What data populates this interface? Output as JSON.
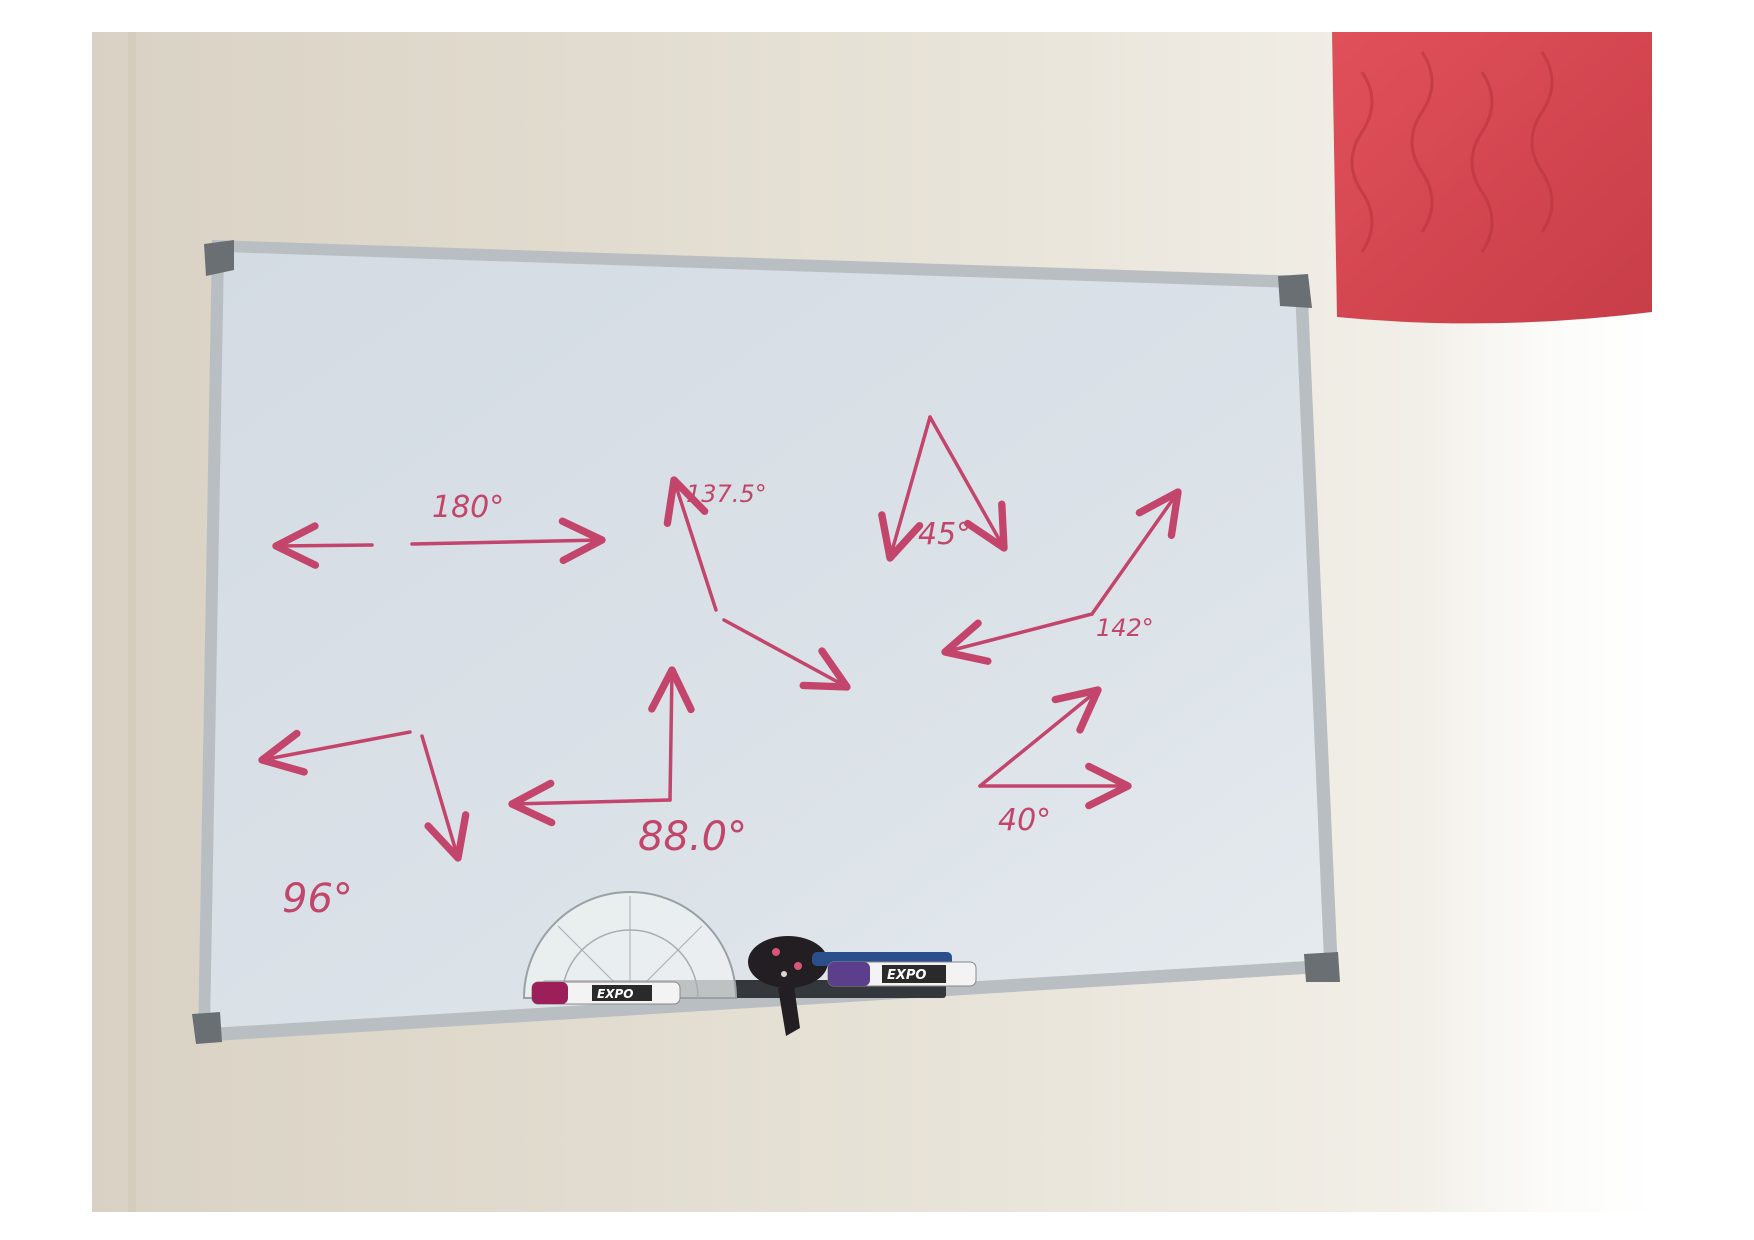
{
  "photo": {
    "subject": "whiteboard with hand-drawn angles",
    "ink_color": "#c3456b",
    "wall_color": "#e6e1d6",
    "board_color": "#d9e0e6",
    "curtain_color": "#d64852"
  },
  "angle_labels": {
    "a180": "180°",
    "a137": "137.5°",
    "a45": "45°",
    "a142": "142°",
    "a96": "96°",
    "a88": "88.0°",
    "a40": "40°"
  },
  "markers": {
    "left_brand": "EXPO",
    "right_brand": "EXPO"
  }
}
